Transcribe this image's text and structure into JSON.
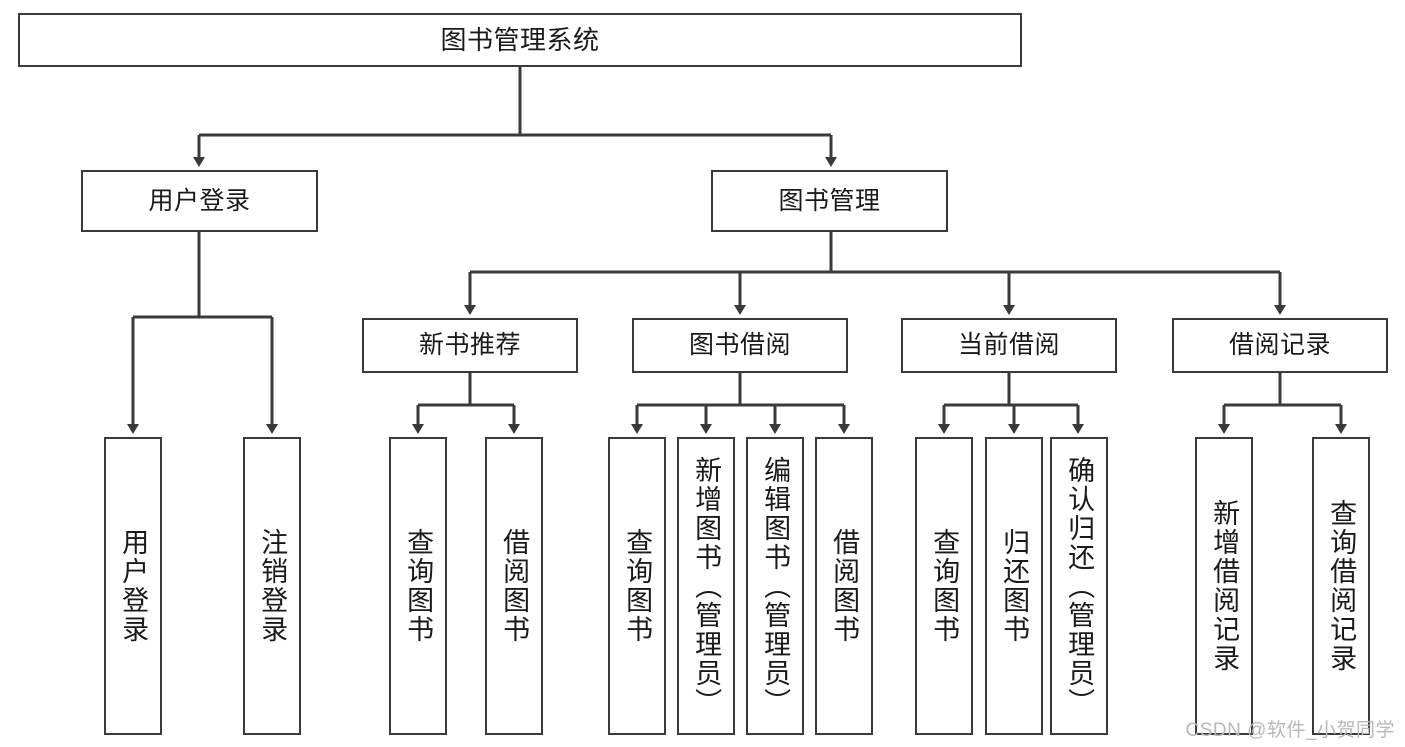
{
  "diagram": {
    "title": "图书管理系统",
    "watermark": "CSDN @软件_小贺同学",
    "colors": {
      "box_border": "#3a3a3a",
      "connector": "#3a3a3a",
      "background": "#ffffff",
      "text": "#1a1a1a",
      "watermark": "#b8b8b8"
    },
    "nodes": {
      "root": {
        "label": "图书管理系统"
      },
      "level2": [
        {
          "label": "用户登录"
        },
        {
          "label": "图书管理"
        }
      ],
      "level3": [
        {
          "label": "新书推荐"
        },
        {
          "label": "图书借阅"
        },
        {
          "label": "当前借阅"
        },
        {
          "label": "借阅记录"
        }
      ],
      "leaves": {
        "user_login": [
          {
            "label": "用户登录"
          },
          {
            "label": "注销登录"
          }
        ],
        "new_book_recommend": [
          {
            "label": "查询图书"
          },
          {
            "label": "借阅图书"
          }
        ],
        "book_borrow": [
          {
            "label": "查询图书"
          },
          {
            "label": "新增图书（管理员）"
          },
          {
            "label": "编辑图书（管理员）"
          },
          {
            "label": "借阅图书"
          }
        ],
        "current_borrow": [
          {
            "label": "查询图书"
          },
          {
            "label": "归还图书"
          },
          {
            "label": "确认归还（管理员）"
          }
        ],
        "borrow_record": [
          {
            "label": "新增借阅记录"
          },
          {
            "label": "查询借阅记录"
          }
        ]
      }
    }
  }
}
